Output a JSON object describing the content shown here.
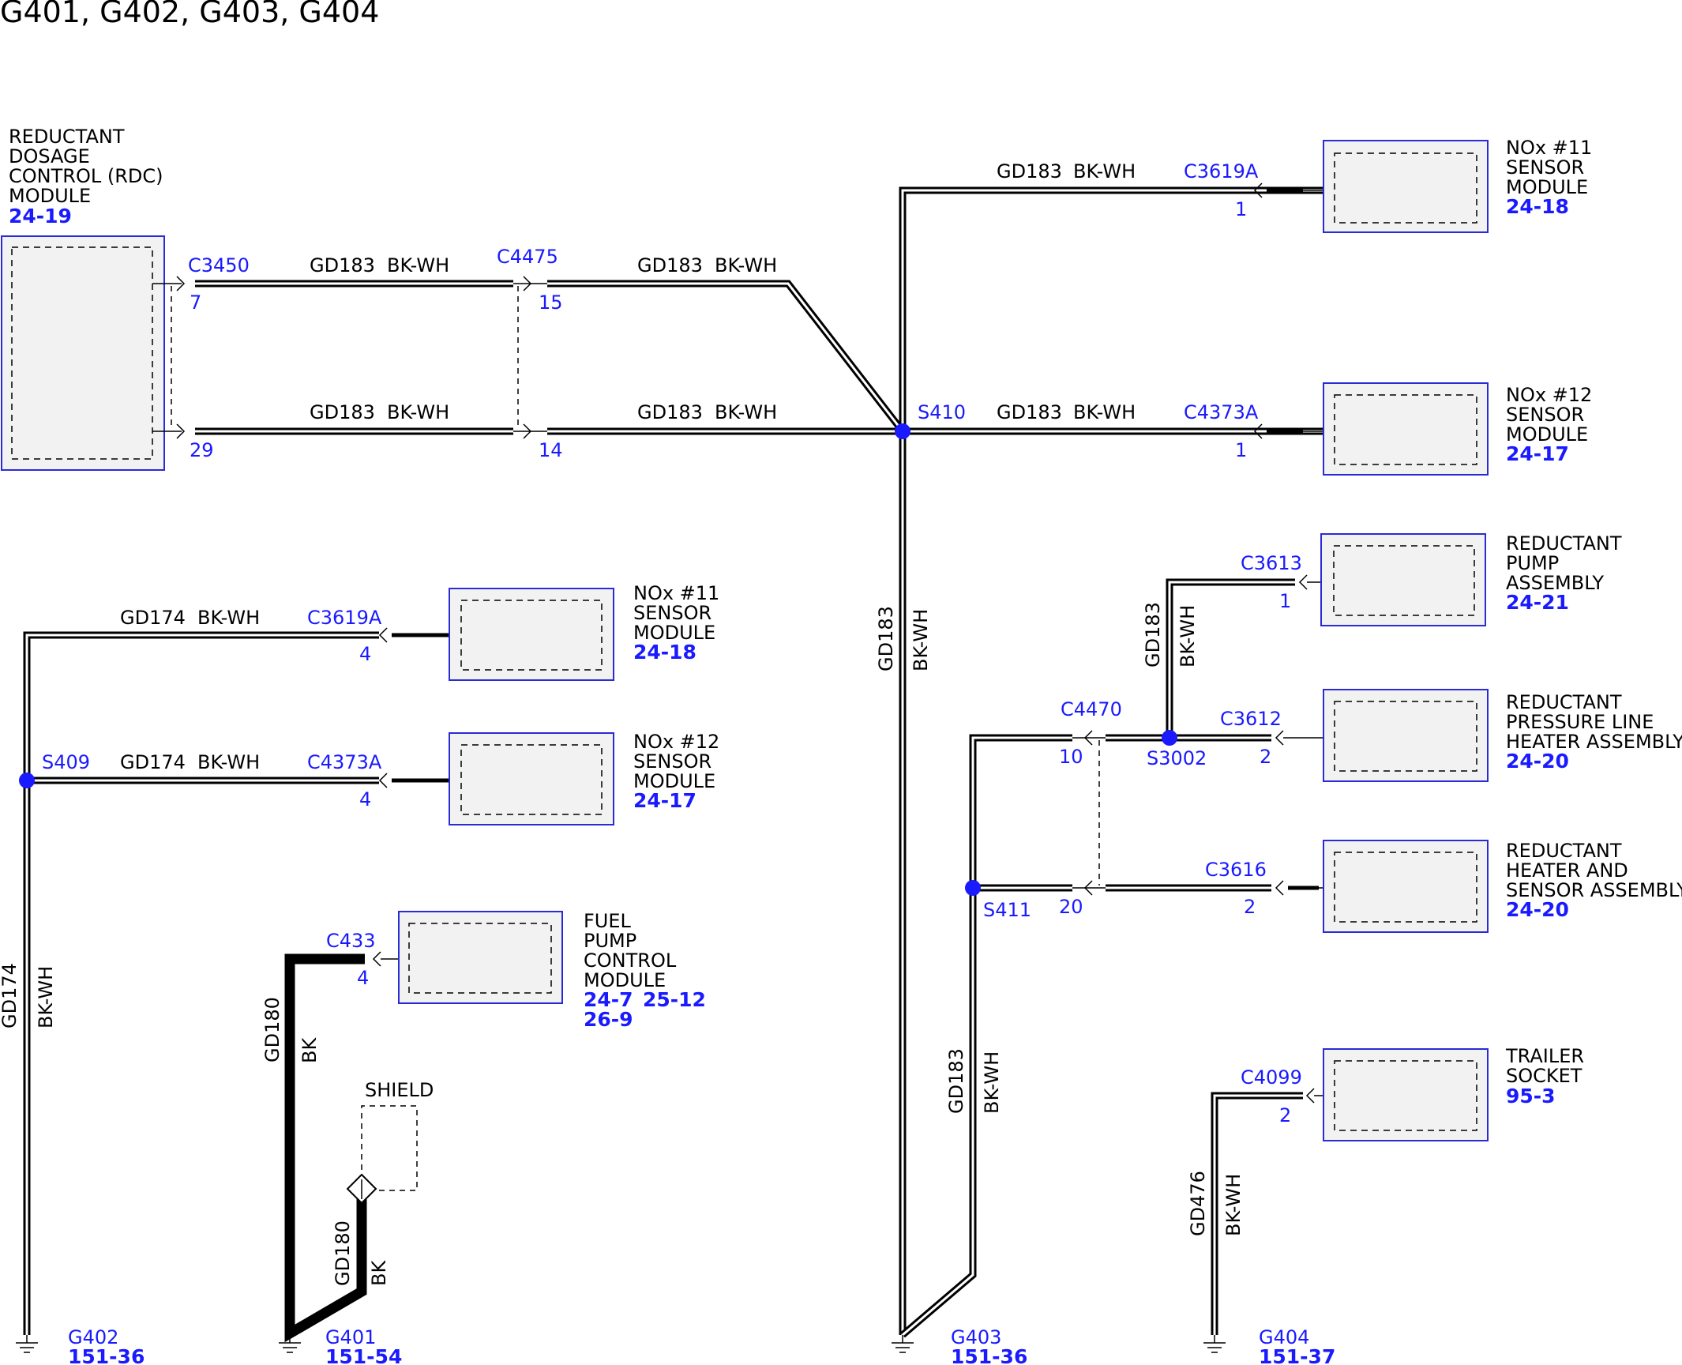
{
  "title": "G401, G402, G403, G404",
  "wire_labels": {
    "gd183": "GD183",
    "gd174": "GD174",
    "gd180": "GD180",
    "gd476": "GD476",
    "bk_wh": "BK-WH",
    "bk": "BK",
    "shield": "SHIELD"
  },
  "components": {
    "rdc": {
      "lines": [
        "REDUCTANT",
        "DOSAGE",
        "CONTROL (RDC)",
        "MODULE"
      ],
      "ref": "24-19"
    },
    "nox11_top": {
      "lines": [
        "NOx #11",
        "SENSOR",
        "MODULE"
      ],
      "ref": "24-18"
    },
    "nox12_top": {
      "lines": [
        "NOx #12",
        "SENSOR",
        "MODULE"
      ],
      "ref": "24-17"
    },
    "nox11_left": {
      "lines": [
        "NOx #11",
        "SENSOR",
        "MODULE"
      ],
      "ref": "24-18"
    },
    "nox12_left": {
      "lines": [
        "NOx #12",
        "SENSOR",
        "MODULE"
      ],
      "ref": "24-17"
    },
    "fuel_pump": {
      "lines": [
        "FUEL",
        "PUMP",
        "CONTROL",
        "MODULE"
      ],
      "refs": [
        "24-7",
        "25-12",
        "26-9"
      ]
    },
    "pump": {
      "lines": [
        "REDUCTANT",
        "PUMP",
        "ASSEMBLY"
      ],
      "ref": "24-21"
    },
    "pressure_heater": {
      "lines": [
        "REDUCTANT",
        "PRESSURE LINE",
        "HEATER ASSEMBLY"
      ],
      "ref": "24-20"
    },
    "heater_sensor": {
      "lines": [
        "REDUCTANT",
        "HEATER AND",
        "SENSOR ASSEMBLY"
      ],
      "ref": "24-20"
    },
    "trailer": {
      "lines": [
        "TRAILER",
        "SOCKET"
      ],
      "ref": "95-3"
    }
  },
  "connectors": {
    "c3450": {
      "name": "C3450",
      "pins": [
        "7",
        "29"
      ]
    },
    "c4475": {
      "name": "C4475",
      "pins": [
        "15",
        "14"
      ]
    },
    "c3619a_top": {
      "name": "C3619A",
      "pin": "1"
    },
    "c4373a_top": {
      "name": "C4373A",
      "pin": "1"
    },
    "c3619a_left": {
      "name": "C3619A",
      "pin": "4"
    },
    "c4373a_left": {
      "name": "C4373A",
      "pin": "4"
    },
    "c433": {
      "name": "C433",
      "pin": "4"
    },
    "c3613": {
      "name": "C3613",
      "pin": "1"
    },
    "c4470": {
      "name": "C4470",
      "pins": [
        "10",
        "20"
      ]
    },
    "c3612": {
      "name": "C3612",
      "pin": "2"
    },
    "c3616": {
      "name": "C3616",
      "pin": "2"
    },
    "c4099": {
      "name": "C4099",
      "pin": "2"
    }
  },
  "splices": {
    "s410": "S410",
    "s409": "S409",
    "s3002": "S3002",
    "s411": "S411"
  },
  "grounds": {
    "g402": {
      "name": "G402",
      "ref": "151-36"
    },
    "g401": {
      "name": "G401",
      "ref": "151-54"
    },
    "g403": {
      "name": "G403",
      "ref": "151-36"
    },
    "g404": {
      "name": "G404",
      "ref": "151-37"
    }
  },
  "colors": {
    "connector_text": "#1a1aff",
    "component_border": "#2b2bd6",
    "component_fill": "#f2f2f2",
    "wire": "#000000"
  }
}
